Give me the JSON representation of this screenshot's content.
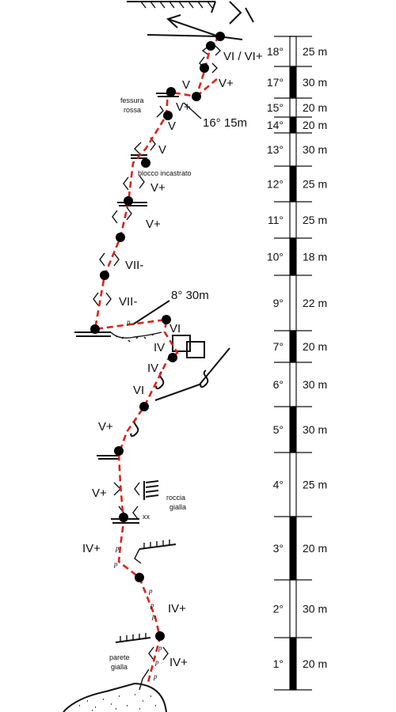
{
  "pitch_scale": [
    {
      "pitch": "18°",
      "length": "25 m",
      "fill": "white"
    },
    {
      "pitch": "17°",
      "length": "30 m",
      "fill": "black"
    },
    {
      "pitch": "15°",
      "length": "20 m",
      "fill": "white"
    },
    {
      "pitch": "14°",
      "length": "20 m",
      "fill": "black"
    },
    {
      "pitch": "13°",
      "length": "30 m",
      "fill": "white"
    },
    {
      "pitch": "12°",
      "length": "25 m",
      "fill": "black"
    },
    {
      "pitch": "11°",
      "length": "25 m",
      "fill": "white"
    },
    {
      "pitch": "10°",
      "length": "18 m",
      "fill": "black"
    },
    {
      "pitch": "9°",
      "length": "22 m",
      "fill": "white"
    },
    {
      "pitch": "7°",
      "length": "20 m",
      "fill": "black"
    },
    {
      "pitch": "6°",
      "length": "30 m",
      "fill": "white"
    },
    {
      "pitch": "5°",
      "length": "30 m",
      "fill": "black"
    },
    {
      "pitch": "4°",
      "length": "25 m",
      "fill": "white"
    },
    {
      "pitch": "3°",
      "length": "20 m",
      "fill": "black"
    },
    {
      "pitch": "2°",
      "length": "30 m",
      "fill": "white"
    },
    {
      "pitch": "1°",
      "length": "20 m",
      "fill": "black"
    }
  ],
  "grades": {
    "g1": "VI / VI+",
    "g2": "V+",
    "g3": "V",
    "g4": "V+",
    "g5": "V",
    "g6": "V",
    "g7": "V+",
    "g8": "V+",
    "g9": "VII-",
    "g10": "VII-",
    "g11": "VI",
    "g12": "IV",
    "g13": "IV",
    "g14": "VI",
    "g15": "V+",
    "g16": "V+",
    "g17": "IV+",
    "g18": "IV+",
    "g19": "IV+"
  },
  "notes": {
    "fessura_1": "fessura",
    "fessura_2": "rossa",
    "blocco": "blocco incastrato",
    "roccia_1": "roccia",
    "roccia_2": "gialla",
    "parete_1": "parete",
    "parete_2": "gialla",
    "xx": "xx",
    "var_16": "16°  15m",
    "var_8": "8°   30m",
    "piton": "p"
  },
  "colors": {
    "route": "#d7261e",
    "ink": "#111111",
    "scale_dark": "#000000"
  }
}
